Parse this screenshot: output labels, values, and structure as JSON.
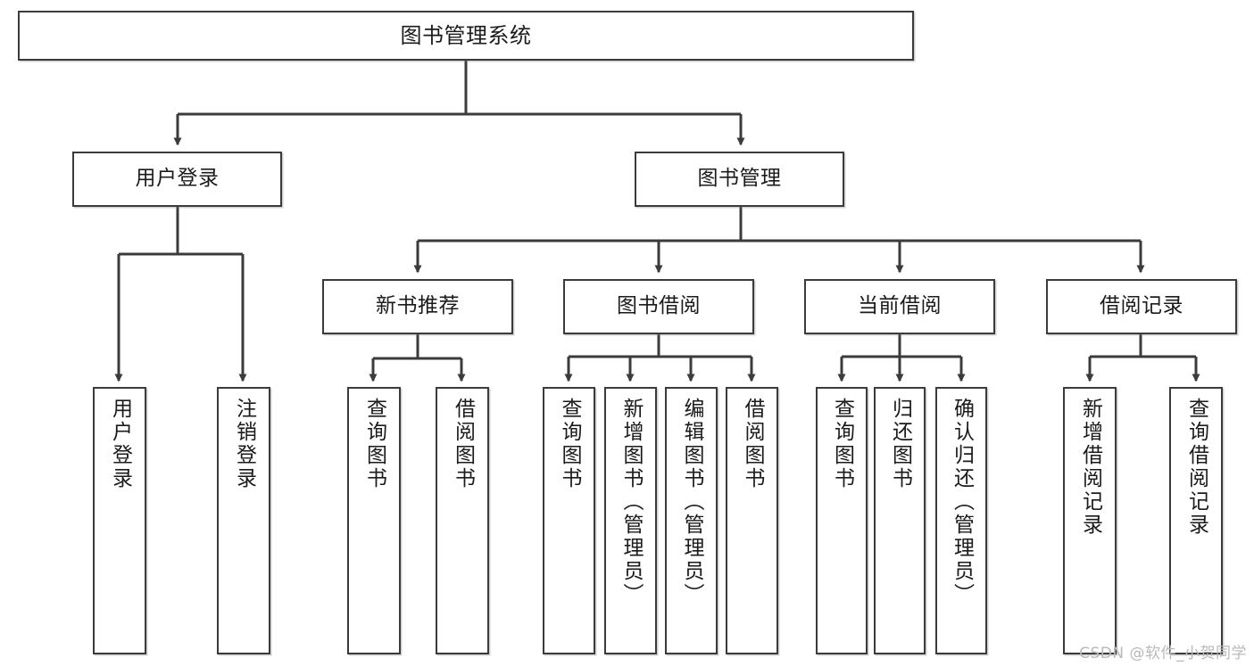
{
  "diagram": {
    "title": "图书管理系统",
    "type": "tree",
    "watermark": "CSDN @软件_小贺同学",
    "line_color": "#3b3b3b",
    "box_border_color": "#3b3b3b",
    "box_fill_color": "#ffffff",
    "text_color": "#1b1b1b",
    "nodes": {
      "root": {
        "label": "图书管理系统"
      },
      "level2": [
        {
          "label": "用户登录"
        },
        {
          "label": "图书管理"
        }
      ],
      "level3": [
        {
          "label": "新书推荐"
        },
        {
          "label": "图书借阅"
        },
        {
          "label": "当前借阅"
        },
        {
          "label": "借阅记录"
        }
      ],
      "leaves_user_login": [
        {
          "label": "用户登录"
        },
        {
          "label": "注销登录"
        }
      ],
      "leaves_new_books": [
        {
          "label": "查询图书"
        },
        {
          "label": "借阅图书"
        }
      ],
      "leaves_borrow": [
        {
          "label": "查询图书"
        },
        {
          "label": "新增图书（管理员）"
        },
        {
          "label": "编辑图书（管理员）"
        },
        {
          "label": "借阅图书"
        }
      ],
      "leaves_current": [
        {
          "label": "查询图书"
        },
        {
          "label": "归还图书"
        },
        {
          "label": "确认归还（管理员）"
        }
      ],
      "leaves_records": [
        {
          "label": "新增借阅记录"
        },
        {
          "label": "查询借阅记录"
        }
      ]
    }
  }
}
